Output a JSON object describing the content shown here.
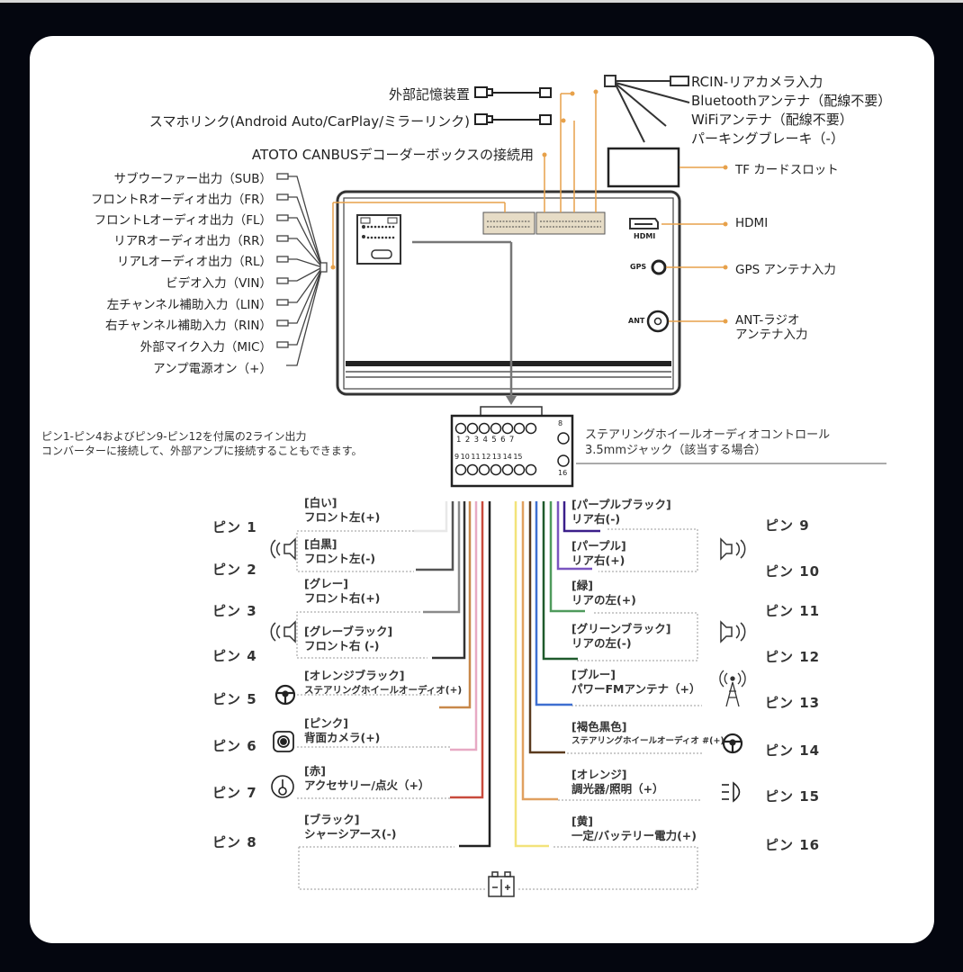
{
  "top_labels": {
    "external_storage": "外部記憶装置",
    "smartphone_link": "スマホリンク(Android Auto/CarPlay/ミラーリンク)",
    "canbus": "ATOTO CANBUSデコーダーボックスの接続用",
    "rcin": "RCIN-リアカメラ入力",
    "bluetooth": "Bluetoothアンテナ（配線不要）",
    "wifi": "WiFiアンテナ（配線不要）",
    "parking": "パーキングブレーキ（-）",
    "tf_card": "TF カードスロット"
  },
  "left_outputs": [
    {
      "label": "サブウーファー出力（SUB）"
    },
    {
      "label": "フロントRオーディオ出力（FR）"
    },
    {
      "label": "フロントLオーディオ出力（FL）"
    },
    {
      "label": "リアRオーディオ出力（RR）"
    },
    {
      "label": "リアLオーディオ出力（RL）"
    },
    {
      "label": "ビデオ入力（VIN）"
    },
    {
      "label": "左チャンネル補助入力（LIN）"
    },
    {
      "label": "右チャンネル補助入力（RIN）"
    },
    {
      "label": "外部マイク入力（MIC）"
    },
    {
      "label": "アンプ電源オン（+）"
    }
  ],
  "right_ports": {
    "hdmi": "HDMI",
    "hdmi_small": "HDMI",
    "gps": "GPS アンテナ入力",
    "gps_small": "GPS",
    "ant_line1": "ANT-ラジオ",
    "ant_line2": "アンテナ入力",
    "ant_small": "ANT"
  },
  "connector_note": {
    "line1": "ピン1-ピン4およびピン9-ピン12を付属の2ライン出力",
    "line2": "コンバーターに接続して、外部アンプに接続することもできます。"
  },
  "steering_note": {
    "line1": "ステアリングホイールオーディオコントロール",
    "line2": "3.5mmジャック（該当する場合）"
  },
  "connector": {
    "top_numbers": [
      "1",
      "2",
      "3",
      "4",
      "5",
      "6",
      "7"
    ],
    "pin8": "8",
    "bottom_numbers": [
      "9",
      "10",
      "11",
      "12",
      "13",
      "14",
      "15"
    ],
    "pin16": "16"
  },
  "pins_left": [
    {
      "pin": "ピン 1",
      "color_name": "[白い]",
      "function": "フロント左(+)",
      "wire": "#e8e8e8"
    },
    {
      "pin": "ピン 2",
      "color_name": "[白黒]",
      "function": "フロント左(-)",
      "wire": "#555555"
    },
    {
      "pin": "ピン 3",
      "color_name": "[グレー]",
      "function": "フロント右(+)",
      "wire": "#8a8a8a"
    },
    {
      "pin": "ピン 4",
      "color_name": "[グレーブラック]",
      "function": "フロント右 (-)",
      "wire": "#3a3a3a"
    },
    {
      "pin": "ピン 5",
      "color_name": "[オレンジブラック]",
      "function": "ステアリングホイールオーディオ(+)",
      "wire": "#c8884a"
    },
    {
      "pin": "ピン 6",
      "color_name": "[ピンク]",
      "function": "背面カメラ(+)",
      "wire": "#e7a9c4"
    },
    {
      "pin": "ピン 7",
      "color_name": "[赤]",
      "function": "アクセサリー/点火（+）",
      "wire": "#c84a3c"
    },
    {
      "pin": "ピン 8",
      "color_name": "[ブラック]",
      "function": "シャーシアース(-)",
      "wire": "#222222"
    }
  ],
  "pins_right": [
    {
      "pin": "ピン 9",
      "color_name": "[パープルブラック]",
      "function": "リア右(-)",
      "wire": "#3b1f8a"
    },
    {
      "pin": "ピン 10",
      "color_name": "[パープル]",
      "function": "リア右(+)",
      "wire": "#7a55c0"
    },
    {
      "pin": "ピン 11",
      "color_name": "[緑]",
      "function": "リアの左(+)",
      "wire": "#4f9a5c"
    },
    {
      "pin": "ピン 12",
      "color_name": "[グリーンブラック]",
      "function": "リアの左(-)",
      "wire": "#1f5a2c"
    },
    {
      "pin": "ピン 13",
      "color_name": "[ブルー]",
      "function": "パワーFMアンテナ（+）",
      "wire": "#3e6fd0"
    },
    {
      "pin": "ピン 14",
      "color_name": "[褐色黒色]",
      "function": "ステアリングホイールオーディオ #(+)",
      "wire": "#5a3a1e"
    },
    {
      "pin": "ピン 15",
      "color_name": "[オレンジ]",
      "function": "調光器/照明（+）",
      "wire": "#e0a060"
    },
    {
      "pin": "ピン 16",
      "color_name": "[黄]",
      "function": "一定/バッテリー電力(+)",
      "wire": "#f2e37a"
    }
  ],
  "colors": {
    "background": "#04060f",
    "card": "#ffffff",
    "accent_orange": "#e7a14a",
    "outline": "#333333"
  }
}
